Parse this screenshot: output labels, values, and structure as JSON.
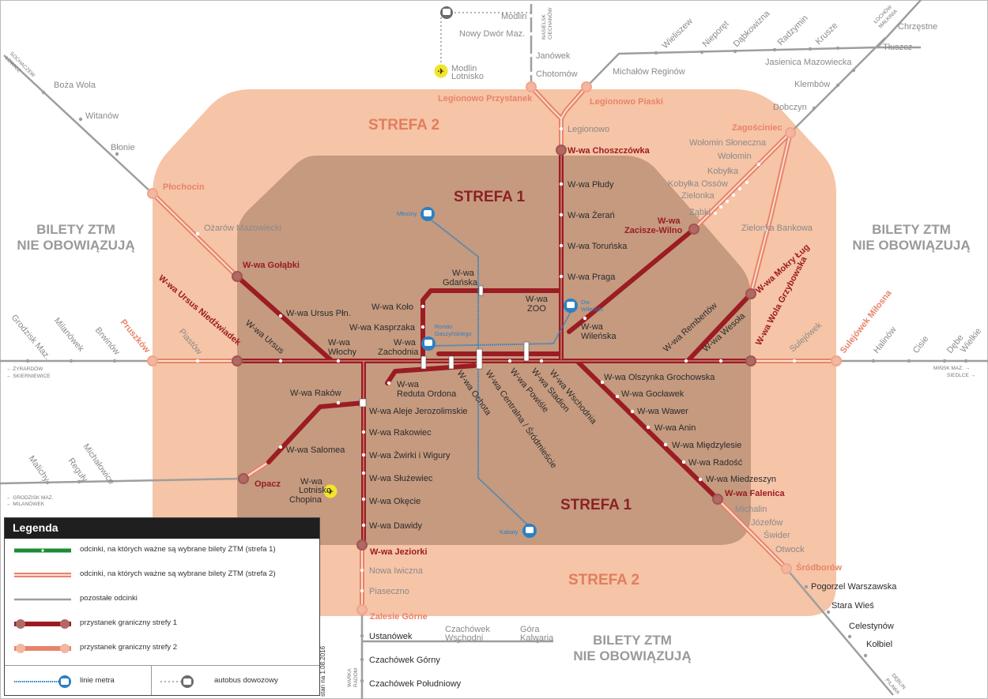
{
  "zones": {
    "zone1_label": "STREFA 1",
    "zone2_label": "STREFA 2",
    "not_valid_line1": "BILETY ZTM",
    "not_valid_line2": "NIE OBOWIĄZUJĄ"
  },
  "colors": {
    "zone1_fill": "#c59a7f",
    "zone2_fill": "#f6c4a6",
    "zone1_line": "#9b1c22",
    "zone2_line": "#e8836a",
    "other_line": "#9e9e9e",
    "metro": "#2c80c3",
    "airport": "#f3e52a"
  },
  "stations": {
    "modlin": "Modlin",
    "nowy_dwor": "Nowy Dwór Maz.",
    "modlin_lotnisko_1": "Modlin",
    "modlin_lotnisko_2": "Lotnisko",
    "janowek": "Janówek",
    "chotomow": "Chotomów",
    "legionowo_przystanek": "Legionowo Przystanek",
    "legionowo_piaski": "Legionowo Piaski",
    "legionowo": "Legionowo",
    "michalow": "Michałów Reginów",
    "wieliszew": "Wieliszew",
    "nieporet": "Nieporęt",
    "dabkowizna": "Dąbkowizna",
    "radzymin": "Radzymin",
    "krusze": "Krusze",
    "chrzestne": "Chrzęstne",
    "tluszcz": "Tłuszcz",
    "jasienica": "Jasienica Mazowiecka",
    "klembow": "Klembów",
    "dobczyn": "Dobczyn",
    "zagosciniec": "Zagościniec",
    "wolomin_slon": "Wołomin Słoneczna",
    "wolomin": "Wołomin",
    "kobylka": "Kobyłka",
    "kobylka_ossow": "Kobyłka Ossów",
    "zielonka": "Zielonka",
    "zabki": "Ząbki",
    "zielonka_bankowa": "Zielonka Bankowa",
    "wwa_zacisze_1": "W-wa",
    "wwa_zacisze_2": "Zacisze-Wilno",
    "wwa_choszczowka": "W-wa Choszczówka",
    "wwa_pludy": "W-wa Płudy",
    "wwa_zeran": "W-wa Żerań",
    "wwa_torunska": "W-wa Toruńska",
    "wwa_praga": "W-wa Praga",
    "wwa_zoo_1": "W-wa",
    "wwa_zoo_2": "ZOO",
    "wwa_gdanska_1": "W-wa",
    "wwa_gdanska_2": "Gdańska",
    "wwa_kolo": "W-wa Koło",
    "wwa_kasprzaka": "W-wa Kasprzaka",
    "wwa_zachodnia_1": "W-wa",
    "wwa_zachodnia_2": "Zachodnia",
    "wwa_wlochy_1": "W-wa",
    "wwa_wlochy_2": "Włochy",
    "wwa_ursus_pln": "W-wa Ursus Płn.",
    "wwa_ursus": "W-wa Ursus",
    "wwa_golabki": "W-wa Gołąbki",
    "wwa_ursus_niedzw": "W-wa Ursus Niedźwiadek",
    "ozarow": "Ożarów Mazowiecki",
    "plochocin": "Płochocin",
    "blonie": "Błonie",
    "witanow": "Witanów",
    "boza_wola": "Boża Wola",
    "grodzisk": "Grodzisk Maz.",
    "milanowek": "Milanówek",
    "brwinow": "Brwinów",
    "pruszkow": "Pruszków",
    "piastow": "Piastów",
    "wwa_wilenska_1": "W-wa",
    "wwa_wilenska_2": "Wileńska",
    "wwa_rembertow": "W-wa Rembertów",
    "wwa_wesola": "W-wa Wesoła",
    "wwa_mokry_lug": "W-wa Mokry Ług",
    "wwa_wola_grzyb": "W-wa Wola Grzybowska",
    "sulejowek": "Sulejówek",
    "sulejowek_milosna": "Sulejówek Miłosna",
    "halinow": "Halinów",
    "cisie": "Cisie",
    "debe": "Dębe",
    "wielkie": "Wielkie",
    "wwa_wschodnia": "W-wa Wschodnia",
    "wwa_stadion": "W-wa Stadion",
    "wwa_powisle": "W-wa Powiśle",
    "wwa_centralna": "W-wa Centralna / Śródmieście",
    "wwa_ochota": "W-wa Ochota",
    "wwa_reduta_1": "W-wa",
    "wwa_reduta_2": "Reduta Ordona",
    "wwa_olszynka": "W-wa Olszynka Grochowska",
    "wwa_goclawek": "W-wa Gocławek",
    "wwa_wawer": "W-wa Wawer",
    "wwa_anin": "W-wa Anin",
    "wwa_miedzylesie": "W-wa Międzylesie",
    "wwa_radosc": "W-wa Radość",
    "wwa_miedzeszyn": "W-wa Miedzeszyn",
    "wwa_falenica": "W-wa Falenica",
    "michalin": "Michalin",
    "jozefow": "Józefów",
    "swider": "Świder",
    "otwock": "Otwock",
    "srodborow": "Śródborów",
    "pogorzel": "Pogorzel Warszawska",
    "stara_wies": "Stara Wieś",
    "celestynow": "Celestynów",
    "kolbiel": "Kołbiel",
    "wwa_rakow": "W-wa Raków",
    "wwa_salomea": "W-wa Salomea",
    "opacz": "Opacz",
    "michalowice": "Michałowice",
    "reguly": "Reguły",
    "malichy": "Malichy",
    "wwa_aleje": "W-wa Aleje Jerozolimskie",
    "wwa_rakowiec": "W-wa Rakowiec",
    "wwa_zwirki": "W-wa Żwirki i Wigury",
    "wwa_sluzewiec": "W-wa Służewiec",
    "wwa_okecie": "W-wa Okęcie",
    "wwa_dawidy": "W-wa Dawidy",
    "wwa_lotnisko_1": "W-wa",
    "wwa_lotnisko_2": "Lotnisko",
    "wwa_lotnisko_3": "Chopina",
    "wwa_jeziorki": "W-wa Jeziorki",
    "nowa_iwiczna": "Nowa Iwiczna",
    "piaseczno": "Piaseczno",
    "zalesie": "Zalesie Górne",
    "ustanowek": "Ustanówek",
    "czachowek_wsch_1": "Czachówek",
    "czachowek_wsch_2": "Wschodni",
    "gora_kalwaria_1": "Góra",
    "gora_kalwaria_2": "Kalwaria",
    "czachowek_gorny": "Czachówek Górny",
    "czachowek_pld": "Czachówek Południowy"
  },
  "metro": {
    "mlociny": "Młociny",
    "kabaty": "Kabaty",
    "rondo_1": "Rondo",
    "rondo_2": "Daszyńskiego",
    "dw_wilenski_1": "Dw.",
    "dw_wilenski_2": "Wileński"
  },
  "directions": {
    "nasielsk": "NASIELSK",
    "ciechanow": "CIECHANÓW",
    "lochow": "ŁOCHÓW",
    "malkinia": "MAŁKINIA",
    "sochaczew": "SOCHACZEW",
    "lowicz": "ŁOWICZ",
    "zyrardow": "← ŻYRARDÓW",
    "skierniewice": "← SKIERNIEWICE",
    "grodzisk_maz": "← GRODZISK MAZ.",
    "milanowek": "← MILANÓWEK",
    "minsk": "MIŃSK MAZ. →",
    "siedlce": "SIEDLCE →",
    "warka": "WARKA",
    "radom": "RADOM",
    "deblin": "DĘBLIN",
    "pilawa": "PILAWA"
  },
  "legend": {
    "title": "Legenda",
    "row1": "odcinki, na których ważne są wybrane bilety ZTM (strefa 1)",
    "row2": "odcinki, na których ważne są wybrane bilety ZTM (strefa 2)",
    "row3": "pozostałe odcinki",
    "row4": "przystanek graniczny strefy 1",
    "row5": "przystanek graniczny strefy 2",
    "metro": "linie metra",
    "bus": "autobus dowozowy"
  },
  "stan": "stan na 1.08.2016"
}
